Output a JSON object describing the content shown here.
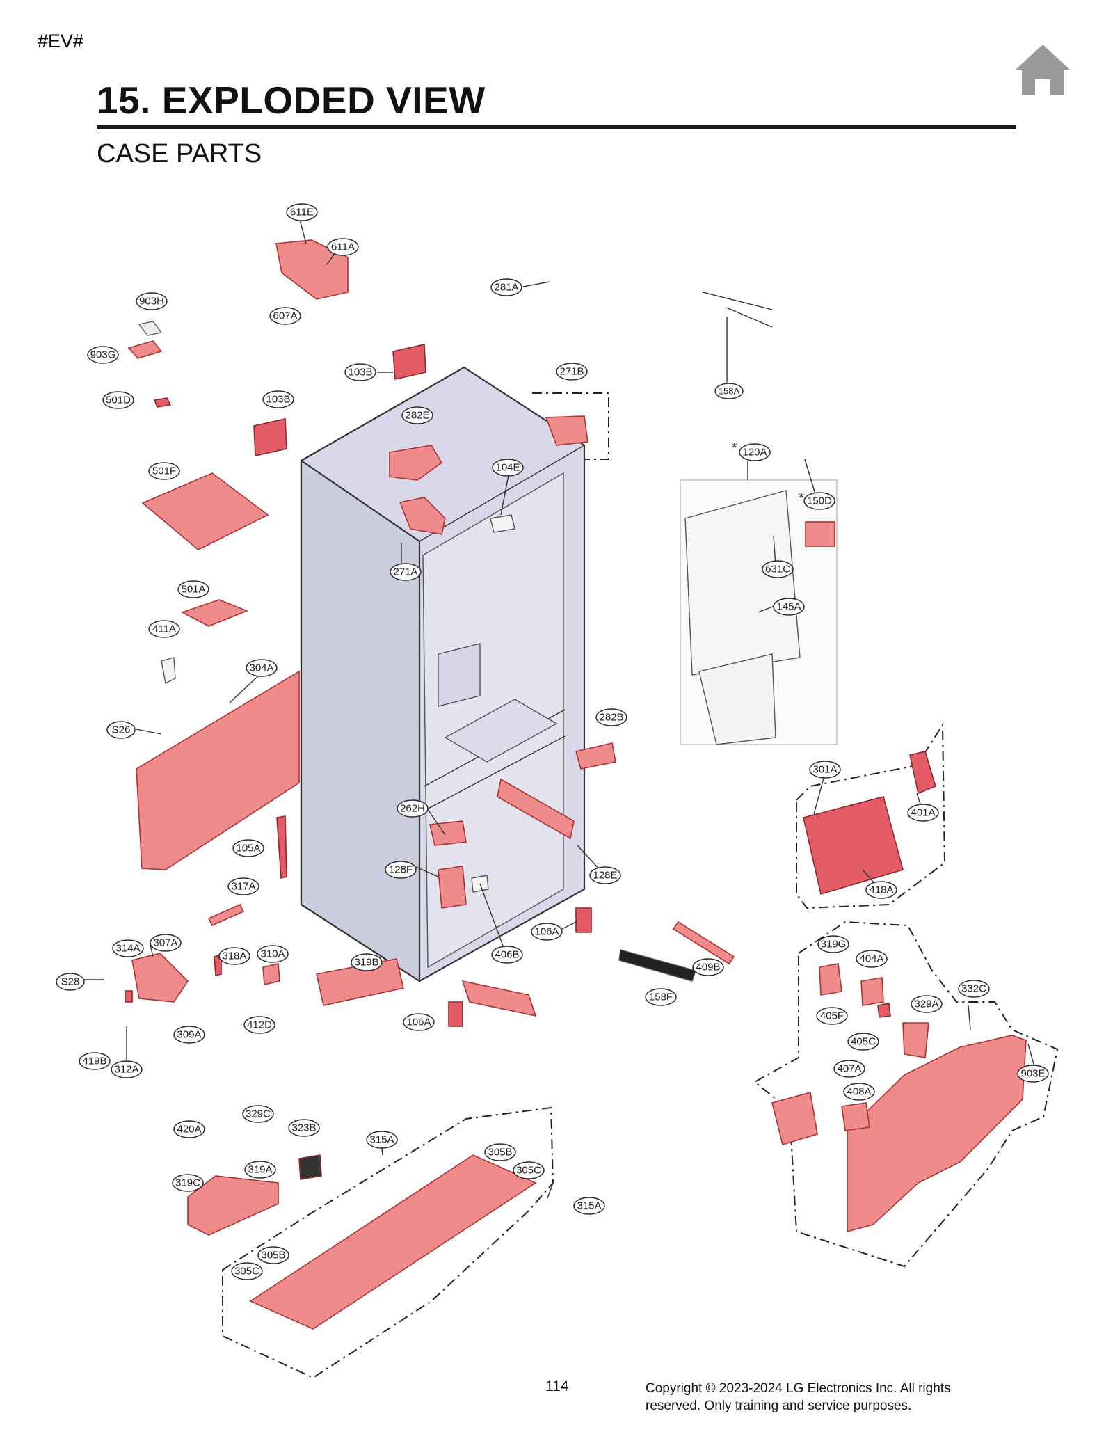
{
  "page_tag": "#EV#",
  "title": "15. EXPLODED VIEW",
  "subtitle": "CASE PARTS",
  "page_number": "114",
  "copyright": "Copyright © 2023-2024 LG Electronics Inc. All rights reserved. Only training and service purposes.",
  "icons": {
    "home": "home-icon"
  },
  "colors": {
    "part_fill": "#f08b8b",
    "part_dark": "#e35c66",
    "cabinet": "#d9d8ea",
    "home_icon": "#999999"
  },
  "asterisk": "*",
  "callouts": {
    "c611E": "611E",
    "c611A": "611A",
    "c903H": "903H",
    "c607A": "607A",
    "c903G": "903G",
    "c281A": "281A",
    "c158A": "158A",
    "c103B_1": "103B",
    "c271B": "271B",
    "c501D": "501D",
    "c103B_2": "103B",
    "c282E": "282E",
    "c120A": "120A",
    "c501F": "501F",
    "c104E": "104E",
    "c150D": "150D",
    "c271A": "271A",
    "c631C": "631C",
    "c501A": "501A",
    "c145A": "145A",
    "c411A": "411A",
    "c304A": "304A",
    "c282B": "282B",
    "cS26": "S26",
    "c301A": "301A",
    "c262H": "262H",
    "c401A": "401A",
    "c105A": "105A",
    "c128F": "128F",
    "c128E": "128E",
    "c317A": "317A",
    "c418A": "418A",
    "c106A_1": "106A",
    "c314A": "314A",
    "c307A": "307A",
    "c318A": "318A",
    "c310A": "310A",
    "c319B": "319B",
    "c406B": "406B",
    "c319G": "319G",
    "c404A": "404A",
    "c409B": "409B",
    "cS28": "S28",
    "c158F": "158F",
    "c332C": "332C",
    "c412D": "412D",
    "c106A_2": "106A",
    "c329A": "329A",
    "c405F": "405F",
    "c309A": "309A",
    "c405C": "405C",
    "c419B": "419B",
    "c312A": "312A",
    "c407A": "407A",
    "c903E": "903E",
    "c329C": "329C",
    "c408A": "408A",
    "c420A": "420A",
    "c323B": "323B",
    "c315A_1": "315A",
    "c305B_1": "305B",
    "c319A": "319A",
    "c319C": "319C",
    "c305C_1": "305C",
    "c315A_2": "315A",
    "c305B_2": "305B",
    "c305C_2": "305C"
  }
}
